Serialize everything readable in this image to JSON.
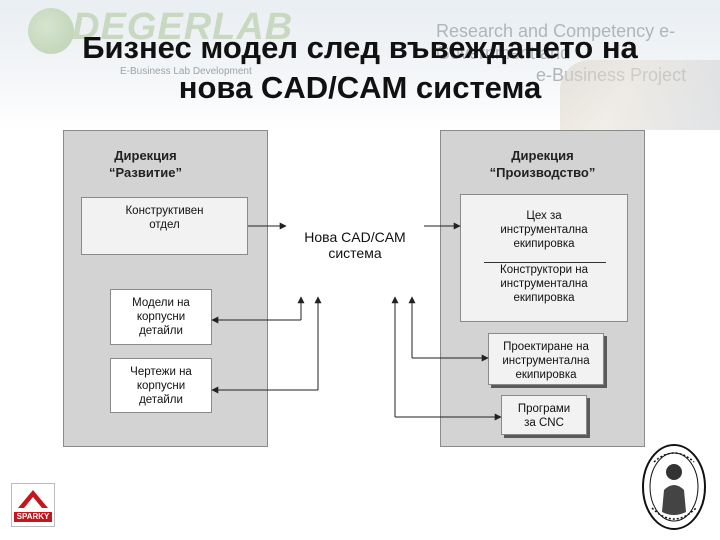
{
  "header": {
    "logo_text": "DEGERLAB",
    "logo_subtitle": "E-Business Lab Development",
    "project_line1": "Research and Competency e-Government and",
    "project_line2": "e-Business Project"
  },
  "title": {
    "line1": "Бизнес модел след въвеждането на",
    "line2": "нова CAD/CAM система"
  },
  "left_panel": {
    "heading_line1": "Дирекция",
    "heading_line2": "“Развитие”",
    "boxes": [
      {
        "line1": "Конструктивен",
        "line2": "отдел",
        "line3": ""
      },
      {
        "line1": "Модели на",
        "line2": "корпусни",
        "line3": "детайли"
      },
      {
        "line1": "Чертежи на",
        "line2": "корпусни",
        "line3": "детайли"
      }
    ]
  },
  "center": {
    "line1": "Нова CAD/CAM",
    "line2": "система"
  },
  "right_panel": {
    "heading_line1": "Дирекция",
    "heading_line2": "“Производство”",
    "boxes": [
      {
        "line1": "Цех за",
        "line2": "инструментална",
        "line3": "екипировка"
      },
      {
        "line1": "Конструктори на",
        "line2": "инструментална",
        "line3": "екипировка"
      },
      {
        "line1": "Проектиране на",
        "line2": "инструментална",
        "line3": "екипировка"
      },
      {
        "line1": "Програми",
        "line2": "за CNC",
        "line3": ""
      }
    ]
  },
  "logos": {
    "sparky": "SPARKY",
    "university_icon": "university-seal-icon"
  },
  "colors": {
    "panel": "#d3d3d3",
    "box": "#f2f2f2",
    "line": "#222222",
    "sparky_red": "#c4161c"
  }
}
